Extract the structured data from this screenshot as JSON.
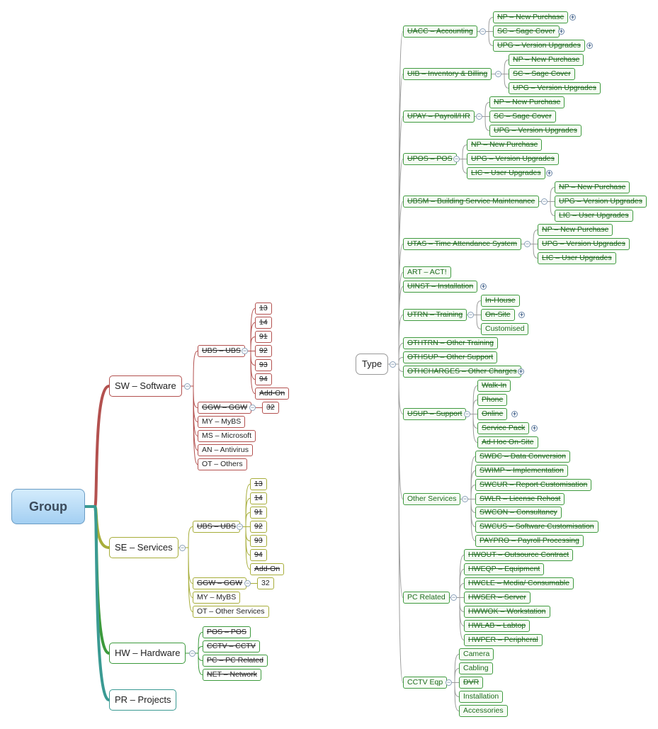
{
  "root": {
    "label": "Group"
  },
  "branches": {
    "sw": {
      "label": "SW – Software",
      "children": [
        {
          "label": "UBS – UBS",
          "children": [
            "13",
            "14",
            "91",
            "92",
            "93",
            "94",
            "Add-On"
          ]
        },
        {
          "label": "GGW – GGW",
          "children": [
            "32"
          ]
        },
        {
          "label": "MY – MyBS"
        },
        {
          "label": "MS – Microsoft"
        },
        {
          "label": "AN – Antivirus"
        },
        {
          "label": "OT – Others"
        }
      ]
    },
    "se": {
      "label": "SE – Services",
      "children": [
        {
          "label": "UBS – UBS",
          "children": [
            "13",
            "14",
            "91",
            "92",
            "93",
            "94",
            "Add-On"
          ]
        },
        {
          "label": "GGW – GGW",
          "children": [
            "32"
          ]
        },
        {
          "label": "MY – MyBS"
        },
        {
          "label": "OT – Other Services"
        }
      ]
    },
    "hw": {
      "label": "HW – Hardware",
      "children": [
        "POS – POS",
        "CCTV – CCTV",
        "PC – PC Related",
        "NET – Network"
      ]
    },
    "pr": {
      "label": "PR – Projects"
    }
  },
  "type": {
    "label": "Type",
    "groups": [
      {
        "label": "UACC – Accounting",
        "children": [
          "NP – New Purchase",
          "SC – Sage Cover",
          "UPG – Version Upgrades"
        ]
      },
      {
        "label": "UIB – Inventory & Billing",
        "children": [
          "NP – New Purchase",
          "SC – Sage Cover",
          "UPG – Version Upgrades"
        ]
      },
      {
        "label": "UPAY – Payroll/HR",
        "children": [
          "NP – New Purchase",
          "SC – Sage Cover",
          "UPG – Version Upgrades"
        ]
      },
      {
        "label": "UPOS – POS",
        "children": [
          "NP – New Purchase",
          "UPG – Version Upgrades",
          "LIC – User Upgrades"
        ]
      },
      {
        "label": "UBSM – Building Service Maintenance",
        "children": [
          "NP – New Purchase",
          "UPG – Version Upgrades",
          "LIC – User Upgrades"
        ]
      },
      {
        "label": "UTAS – Time Attendance System",
        "children": [
          "NP – New Purchase",
          "UPG – Version Upgrades",
          "LIC – User Upgrades"
        ]
      },
      {
        "label": "ART – ACT!"
      },
      {
        "label": "UINST – Installation"
      },
      {
        "label": "UTRN – Training",
        "children": [
          "In-House",
          "On-Site",
          "Customised"
        ]
      },
      {
        "label": "OTHTRN – Other Training"
      },
      {
        "label": "OTHSUP – Other Support"
      },
      {
        "label": "OTHCHARGES – Other Charges"
      },
      {
        "label": "USUP – Support",
        "children": [
          "Walk-In",
          "Phone",
          "Online",
          "Service Pack",
          "Ad-Hoc On-Site"
        ]
      },
      {
        "label": "Other Services",
        "children": [
          "SWDC – Data Conversion",
          "SWIMP – Implementation",
          "SWCUR – Report Customisation",
          "SWLR – License Rehost",
          "SWCON – Consultancy",
          "SWCUS – Software Customisation",
          "PAYPRO – Payroll Processing"
        ]
      },
      {
        "label": "PC Related",
        "children": [
          "HWOUT – Outsource Contract",
          "HWEQP – Equipment",
          "HWCLE – Media/ Consumable",
          "HWSER – Server",
          "HWWOK – Workstation",
          "HWLAB – Labtop",
          "HWPER – Peripheral"
        ]
      },
      {
        "label": "CCTV Eqp",
        "children": [
          "Camera",
          "Cabling",
          "DVR",
          "Installation",
          "Accessories"
        ]
      }
    ]
  },
  "colors": {
    "software": "#b3514f",
    "services": "#a7ad3a",
    "hardware": "#3c9a3c",
    "projects": "#3a9a93",
    "type_branch": "#3f9a3f",
    "connector_gray": "#9c9c9c",
    "root_fill": "#a3cff2"
  },
  "icons": {
    "collapse": "collapse-minus-icon",
    "expand": "expand-plus-icon"
  }
}
